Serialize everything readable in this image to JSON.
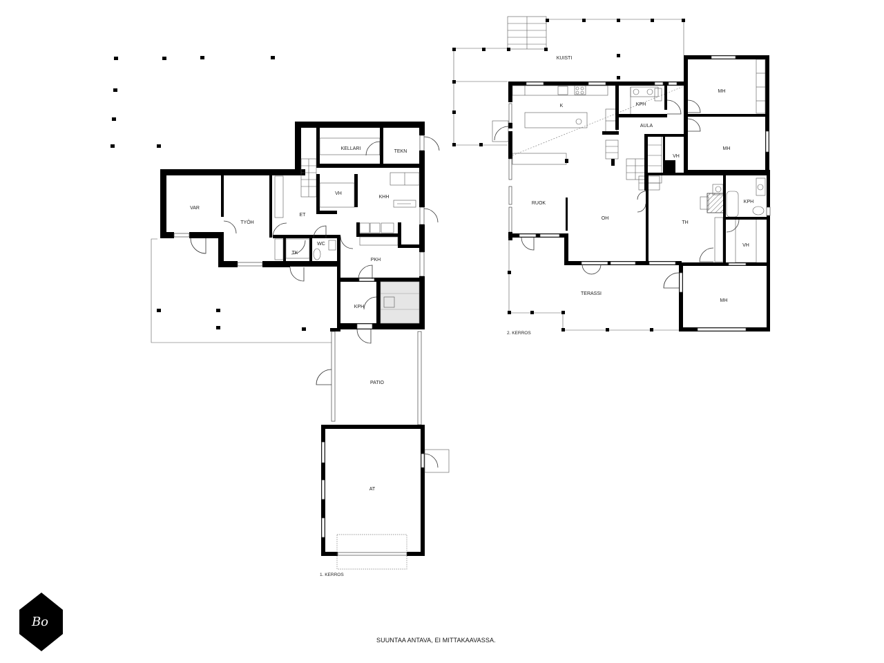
{
  "floor1": {
    "title": "1. KERROS",
    "rooms": {
      "var": "VAR",
      "tyoh": "TYÖH",
      "et": "ET",
      "kellari": "KELLARI",
      "tekn": "TEKN",
      "vh": "VH",
      "khh": "KHH",
      "tk": "TK",
      "wc": "WC",
      "pkh": "PKH",
      "kph": "KPH",
      "patio": "PATIO",
      "at": "AT"
    }
  },
  "floor2": {
    "title": "2. KERROS",
    "rooms": {
      "kuisti": "KUISTI",
      "k": "K",
      "kph_top": "KPH",
      "aula": "AULA",
      "mh1": "MH",
      "mh2": "MH",
      "vh_top": "VH",
      "ruok": "RUOK",
      "oh": "OH",
      "th": "TH",
      "kph_right": "KPH",
      "vh_right": "VH",
      "terassi": "TERASSI",
      "mh3": "MH"
    }
  },
  "footer": {
    "disclaimer": "SUUNTAA ANTAVA, EI MITTAKAAVASSA.",
    "logo_text": "Bo"
  }
}
